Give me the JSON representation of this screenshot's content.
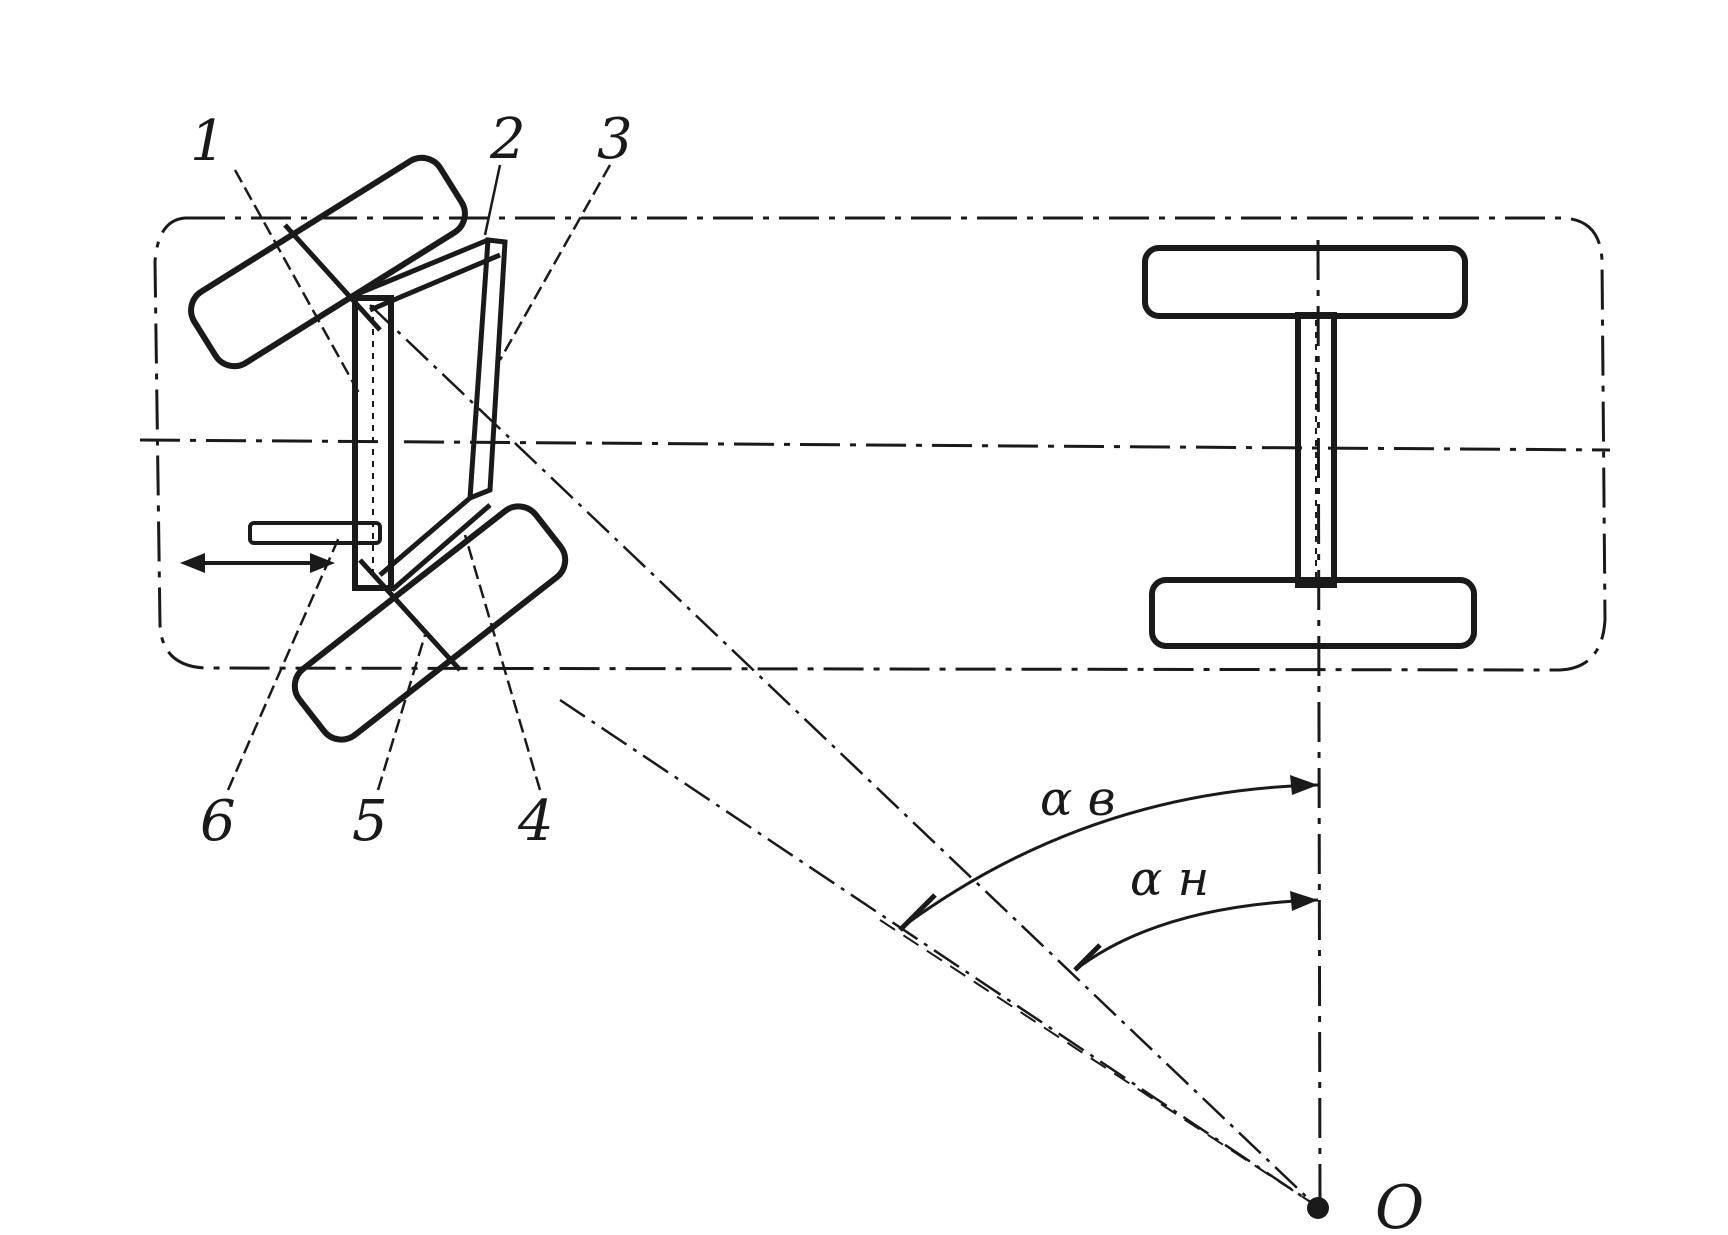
{
  "diagram": {
    "description_labels": {
      "part_1": "1",
      "part_2": "2",
      "part_3": "3",
      "part_4": "4",
      "part_5": "5",
      "part_6": "6",
      "turn_center": "O",
      "angle_outer": "α в",
      "angle_inner": "α н"
    },
    "ink_color": "#1a1a1a",
    "background_color": "#ffffff"
  }
}
